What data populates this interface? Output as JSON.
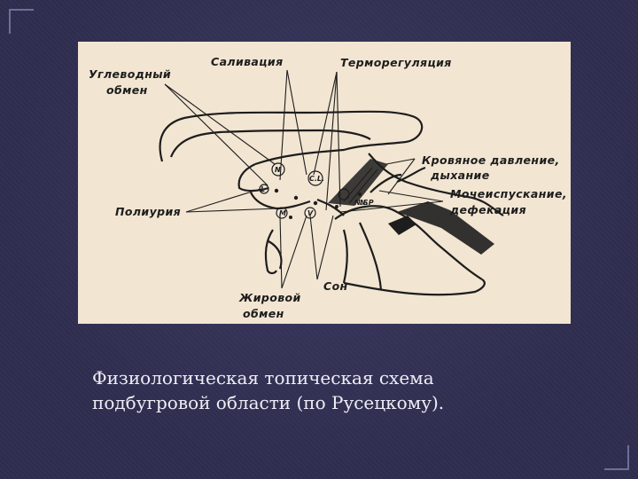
{
  "diagram": {
    "labels": {
      "carb1": "Углеводный",
      "carb2": "обмен",
      "saliv": "Саливация",
      "thermo": "Терморегуляция",
      "bp1": "Кровяное давление,",
      "bp2": "дыхание",
      "urin1": "Мочеиспускание,",
      "urin2": "дефекация",
      "poly": "Полиурия",
      "fat1": "Жировой",
      "fat2": "обмен",
      "sleep": "Сон"
    },
    "nuclei": {
      "n1": "N",
      "cl": "C.L.",
      "ns": "N.S",
      "m": "M",
      "v": "V",
      "l": "L",
      "np": "N.P"
    }
  },
  "caption": {
    "line1": "Физиологическая топическая схема",
    "line2": "подбугровой области (по Русецкому)."
  }
}
